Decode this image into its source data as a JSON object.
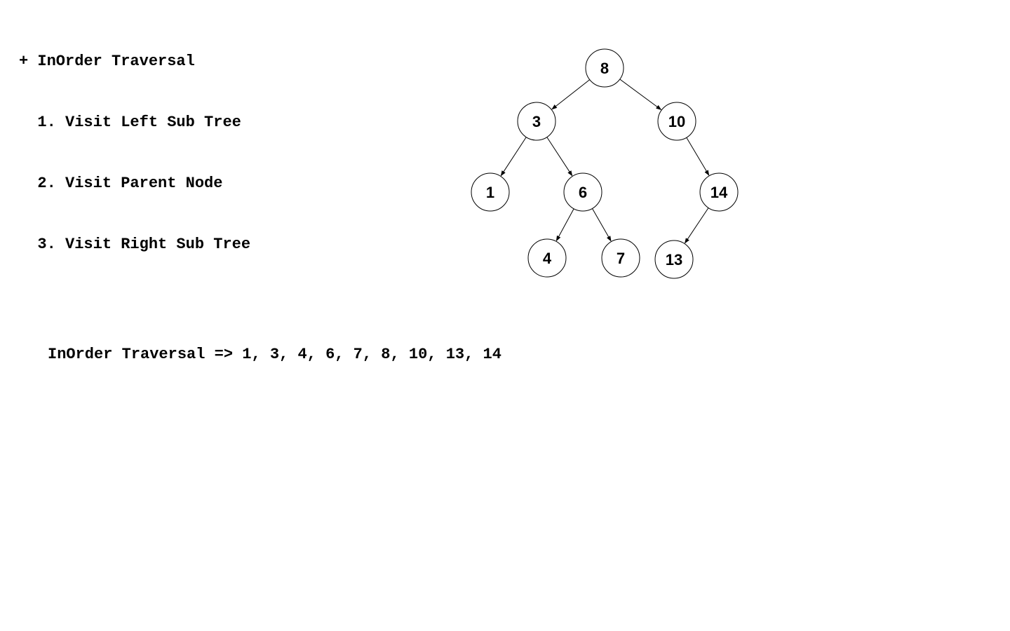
{
  "heading": {
    "title": "+ InOrder Traversal",
    "steps": [
      "  1. Visit Left Sub Tree",
      "  2. Visit Parent Node",
      "  3. Visit Right Sub Tree"
    ]
  },
  "tree": {
    "nodes": [
      {
        "id": "n8",
        "label": "8"
      },
      {
        "id": "n3",
        "label": "3"
      },
      {
        "id": "n10",
        "label": "10"
      },
      {
        "id": "n1",
        "label": "1"
      },
      {
        "id": "n6",
        "label": "6"
      },
      {
        "id": "n14",
        "label": "14"
      },
      {
        "id": "n4",
        "label": "4"
      },
      {
        "id": "n7",
        "label": "7"
      },
      {
        "id": "n13",
        "label": "13"
      }
    ],
    "edges": [
      [
        "n8",
        "n3"
      ],
      [
        "n8",
        "n10"
      ],
      [
        "n3",
        "n1"
      ],
      [
        "n3",
        "n6"
      ],
      [
        "n10",
        "n14"
      ],
      [
        "n6",
        "n4"
      ],
      [
        "n6",
        "n7"
      ],
      [
        "n14",
        "n13"
      ]
    ]
  },
  "result": {
    "text": "InOrder Traversal => 1, 3, 4, 6, 7, 8, 10, 13, 14"
  }
}
